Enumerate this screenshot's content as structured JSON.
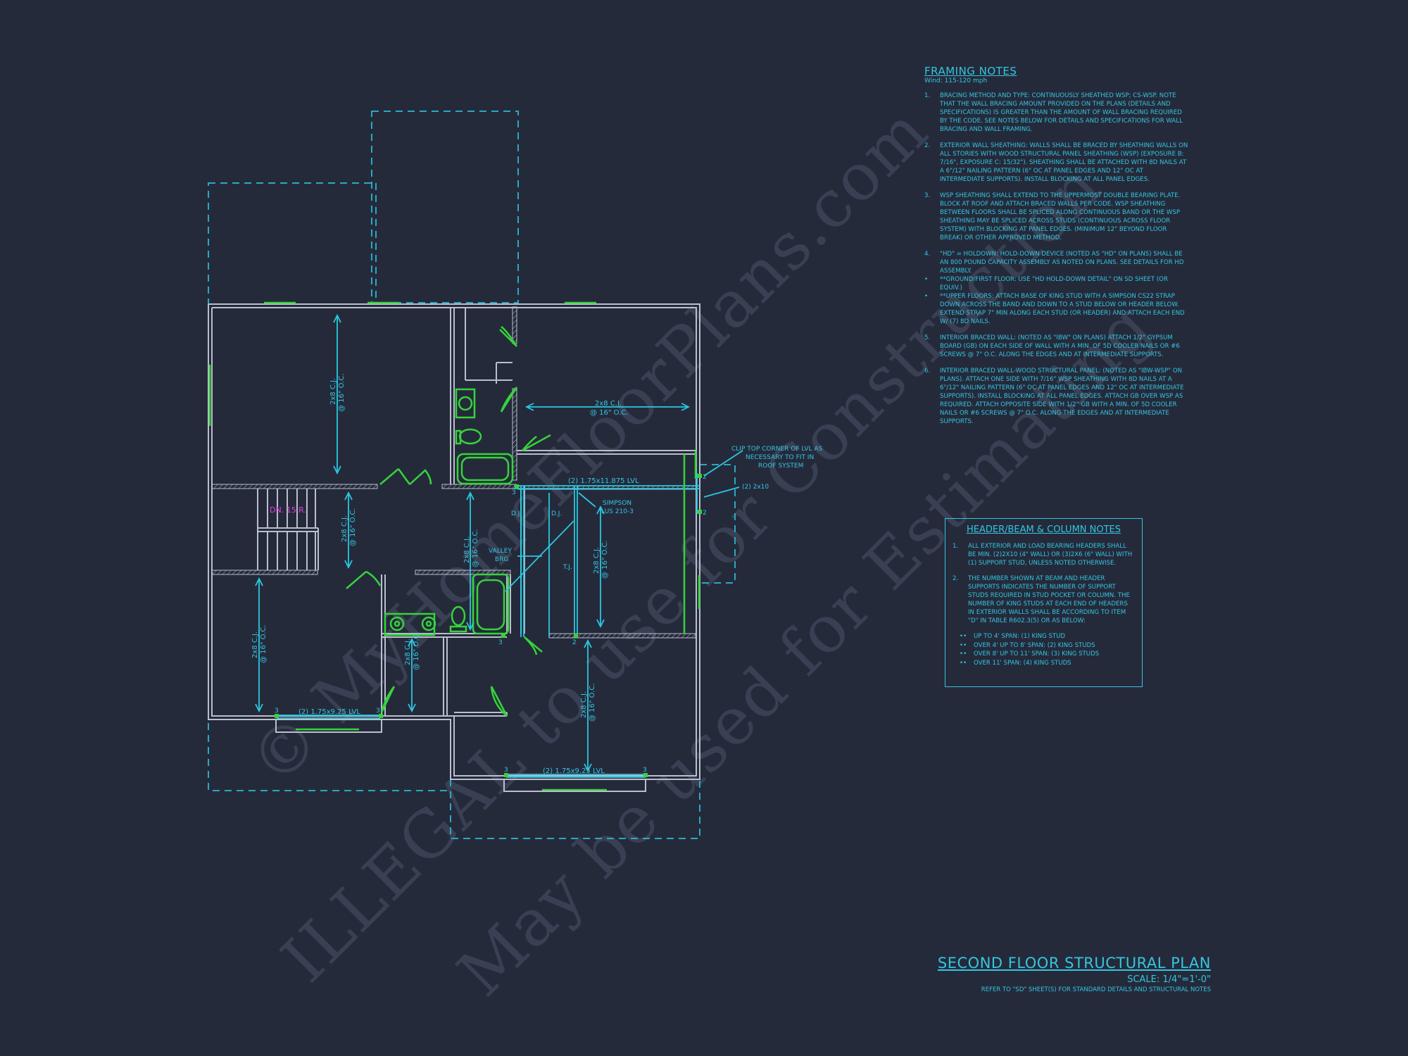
{
  "watermarks": {
    "line1": "© MyHomeFloorPlans.com",
    "line2": "ILLEGAL to use for Construction",
    "line3": "May be used for Estimating"
  },
  "plan_labels": {
    "cj_left_upper": "2x8 C.J.",
    "cj_left_upper_oc": "@ 16\" O.C.",
    "cj_right_upper": "2x8 C.J.",
    "cj_right_upper_oc": "@ 16\" O.C.",
    "cj_stair": "2x8 C.J.",
    "cj_stair_oc": "@ 16\" O.C.",
    "cj_hall": "2x8 C.J.",
    "cj_hall_oc": "@ 16\" O.C.",
    "cj_mid": "2x8 C.J.",
    "cj_mid_oc": "@ 16\" O.C.",
    "cj_left_lower": "2x8 C.J.",
    "cj_left_lower_oc": "@ 16\" O.C.",
    "cj_bath2": "2x8 C.J.",
    "cj_bath2_oc": "@ 16\" O.C.",
    "cj_right_lower": "2x8 C.J.",
    "cj_right_lower_oc": "@ 16\" O.C.",
    "stair_label": "DN. 15 R.",
    "lvl_top": "(2) 1.75x11.875 LVL",
    "lvl_left": "(2) 1.75x9.25 LVL",
    "lvl_bottom": "(2) 1.75x9.25 LVL",
    "simpson_1": "SIMPSON",
    "simpson_2": "LUS 210-3",
    "clip_1": "CLIP TOP CORNER OF LVL AS",
    "clip_2": "NECESSARY TO FIT IN",
    "clip_3": "ROOF SYSTEM",
    "header_2x10": "(2) 2x10",
    "valley_1": "VALLEY",
    "valley_2": "BRG",
    "dj1": "D.J.",
    "dj2": "D.J.",
    "tj": "T.J.",
    "studs": [
      "2",
      "2",
      "3",
      "2",
      "3",
      "3",
      "3",
      "3",
      "3"
    ]
  },
  "framing_notes": {
    "title": "FRAMING NOTES",
    "wind": "Wind: 115-120 mph",
    "items": [
      {
        "n": "1.",
        "text": "BRACING METHOD AND TYPE: CONTINUOUSLY SHEATHED WSP; CS-WSP. NOTE THAT THE WALL BRACING AMOUNT PROVIDED ON THE PLANS (DETAILS AND SPECIFICATIONS) IS GREATER THAN THE AMOUNT OF WALL BRACING REQUIRED BY THE CODE. SEE NOTES BELOW FOR DETAILS AND SPECIFICATIONS FOR WALL BRACING AND WALL FRAMING."
      },
      {
        "n": "2.",
        "text": "EXTERIOR WALL SHEATHING: WALLS SHALL BE BRACED BY SHEATHING WALLS ON ALL STORIES WITH WOOD STRUCTURAL PANEL SHEATHING (WSP) (EXPOSURE B: 7/16\", EXPOSURE C: 15/32\"). SHEATHING SHALL BE ATTACHED WITH 8d NAILS AT A 6\"/12\" NAILING PATTERN (6\" OC AT PANEL EDGES AND 12\" OC AT INTERMEDIATE SUPPORTS). INSTALL BLOCKING AT ALL PANEL EDGES."
      },
      {
        "n": "3.",
        "text": "WSP SHEATHING SHALL EXTEND TO THE UPPERMOST DOUBLE BEARING PLATE. BLOCK AT ROOF AND ATTACH BRACED WALLS PER CODE. WSP SHEATHING BETWEEN FLOORS SHALL BE SPLICED ALONG CONTINUOUS BAND OR THE WSP SHEATHING MAY BE SPLICED ACROSS STUDS (CONTINUOUS ACROSS FLOOR SYSTEM) WITH BLOCKING AT PANEL EDGES. (MINIMUM 12\" BEYOND FLOOR BREAK) OR OTHER APPROVED METHOD."
      },
      {
        "n": "4.",
        "text": "\"HD\" = HOLDOWN: HOLD-DOWN DEVICE (NOTED AS \"HD\" ON PLANS) SHALL BE AN 800 POUND CAPACITY ASSEMBLY AS NOTED ON PLANS. SEE DETAILS FOR HD ASSEMBLY.",
        "b": true
      },
      {
        "n": "•",
        "text": "**GROUND/FIRST FLOOR: USE \"HD HOLD-DOWN DETAIL\" ON SD SHEET (OR EQUIV.)",
        "b": true
      },
      {
        "n": "•",
        "text": "**UPPER FLOORS: ATTACH BASE OF KING STUD WITH A SIMPSON CS22 STRAP DOWN ACROSS THE BAND AND DOWN TO A STUD BELOW OR HEADER BELOW. EXTEND STRAP 7\" MIN ALONG EACH STUD (OR HEADER) AND ATTACH EACH END W/ (7) 8d NAILS.",
        "b": true
      },
      {
        "n": "5.",
        "text": "INTERIOR BRACED WALL: (NOTED AS \"IBW\" ON PLANS) ATTACH 1/2\" GYPSUM BOARD (GB) ON EACH SIDE OF WALL WITH A MIN. OF 5d COOLER NAILS OR #6 SCREWS @ 7\" O.C. ALONG THE EDGES AND AT INTERMEDIATE SUPPORTS."
      },
      {
        "n": "6.",
        "text": "INTERIOR BRACED WALL-WOOD STRUCTURAL PANEL: (NOTED AS \"IBW-WSP\" ON PLANS). ATTACH ONE SIDE WITH 7/16\" WSP SHEATHING WITH 8d NAILS AT A 6\"/12\" NAILING PATTERN (6\" OC AT PANEL EDGES AND 12\" OC AT INTERMEDIATE SUPPORTS). INSTALL BLOCKING AT ALL PANEL EDGES. ATTACH GB OVER WSP AS REQUIRED. ATTACH OPPOSITE SIDE WITH 1/2\" GB WITH A MIN. OF 5d COOLER NAILS OR #6 SCREWS @ 7\" O.C. ALONG THE EDGES AND AT INTERMEDIATE SUPPORTS."
      }
    ]
  },
  "header_notes": {
    "title": "HEADER/BEAM & COLUMN NOTES",
    "items": [
      {
        "n": "1.",
        "text": "ALL EXTERIOR AND LOAD BEARING HEADERS SHALL BE MIN. (2)2x10 (4\" WALL) OR (3)2x6 (6\" WALL) WITH (1) SUPPORT STUD, UNLESS NOTED OTHERWISE."
      },
      {
        "n": "2.",
        "text": "THE NUMBER SHOWN AT BEAM AND HEADER SUPPORTS INDICATES THE NUMBER OF SUPPORT STUDS REQUIRED IN STUD POCKET OR COLUMN. THE NUMBER OF KING STUDS AT EACH END OF HEADERS IN EXTERIOR WALLS SHALL BE ACCORDING TO ITEM \"d\" IN TABLE R602.3(5) OR AS BELOW:"
      }
    ],
    "spans": [
      "UP TO 4' SPAN: (1) KING STUD",
      "OVER 4' UP TO 8' SPAN: (2) KING STUDS",
      "OVER 8' UP TO 11' SPAN: (3) KING STUDS",
      "OVER 11' SPAN: (4) KING STUDS"
    ],
    "bullet": "••"
  },
  "title_block": {
    "title": "SECOND FLOOR STRUCTURAL PLAN",
    "scale": "SCALE: 1/4\"=1'-0\"",
    "refer": "REFER TO \"SD\" SHEET(S) FOR STANDARD DETAILS AND STRUCTURAL NOTES"
  },
  "colors": {
    "background": "#252a3b",
    "cyan": "#33c6df",
    "green": "#35d43a",
    "magenta": "#e040e0",
    "wall": "#b9bfcc"
  }
}
